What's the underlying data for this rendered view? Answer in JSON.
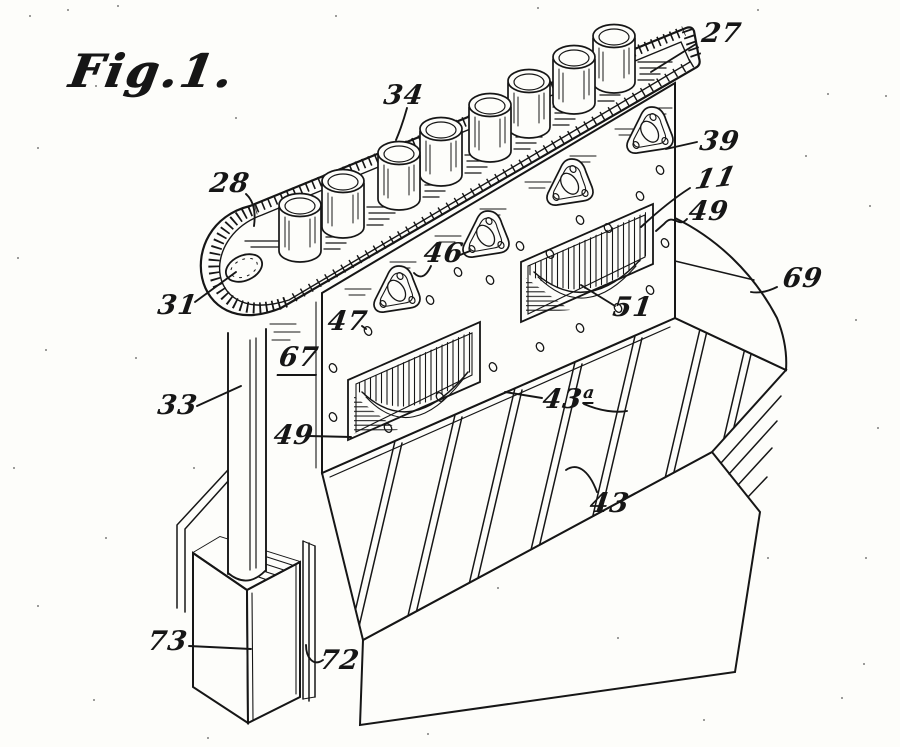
{
  "figure_label": "Fig.1.",
  "ref": {
    "n27": "27",
    "n34": "34",
    "n39": "39",
    "n28": "28",
    "n11": "11",
    "n49r": "49",
    "n31": "31",
    "n46": "46",
    "n69": "69",
    "n47": "47",
    "n51": "51",
    "n67": "67",
    "n33": "33",
    "n49l": "49",
    "n43a": "43",
    "n43a_sup": "a",
    "n43": "43",
    "n73": "73",
    "n72": "72"
  },
  "colors": {
    "ink": "#161616",
    "paper": "#fdfdfa"
  }
}
